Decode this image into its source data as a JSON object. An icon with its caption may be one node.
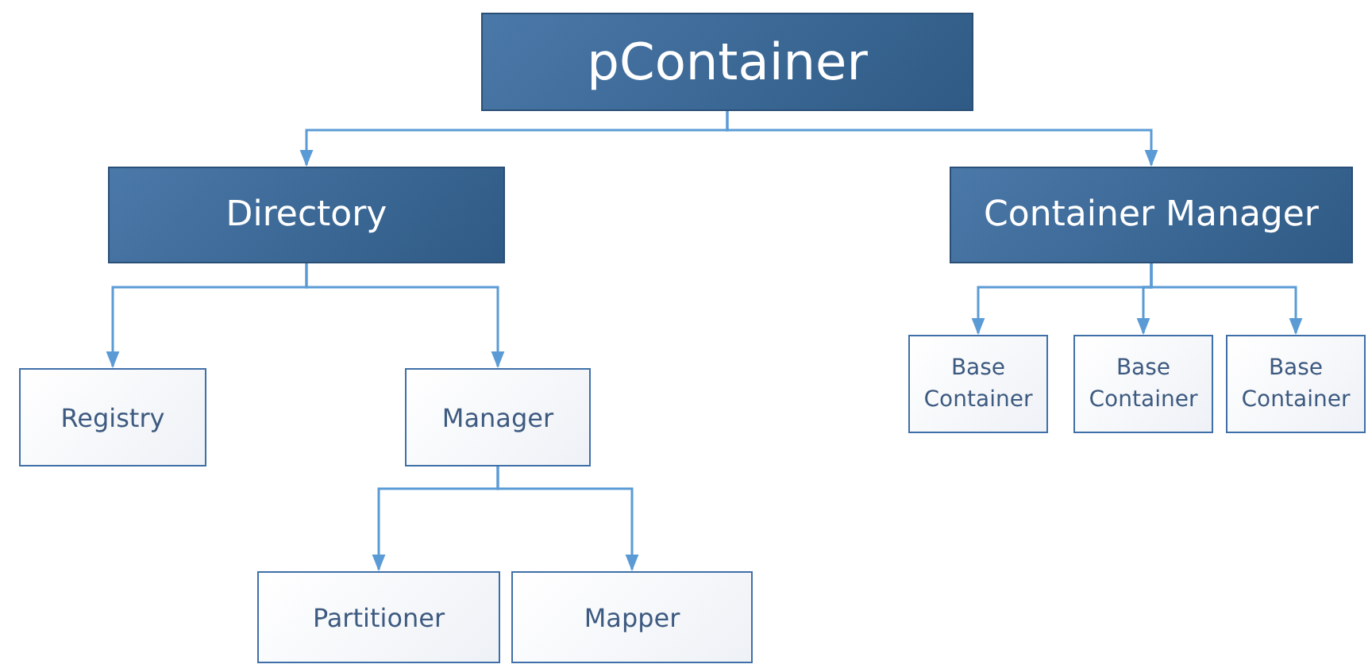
{
  "diagram": {
    "nodes": [
      {
        "text": [
          "pContainer"
        ]
      },
      {
        "text": [
          "Directory"
        ]
      },
      {
        "text": [
          "Container Manager"
        ]
      },
      {
        "text": [
          "Registry"
        ]
      },
      {
        "text": [
          "Manager"
        ]
      },
      {
        "text": [
          "Partitioner"
        ]
      },
      {
        "text": [
          "Mapper"
        ]
      },
      {
        "text": [
          "Base Container"
        ]
      },
      {
        "text": [
          "Base Container"
        ]
      },
      {
        "text": [
          "Base Container"
        ]
      }
    ],
    "edges": [
      {
        "from": 0,
        "to": 1,
        "arrow": "to"
      },
      {
        "from": 0,
        "to": 2,
        "arrow": "to"
      },
      {
        "from": 1,
        "to": 3,
        "arrow": "to"
      },
      {
        "from": 1,
        "to": 4,
        "arrow": "to"
      },
      {
        "from": 4,
        "to": 5,
        "arrow": "to"
      },
      {
        "from": 4,
        "to": 6,
        "arrow": "to"
      },
      {
        "from": 2,
        "to": 7,
        "arrow": "to"
      },
      {
        "from": 2,
        "to": 8,
        "arrow": "to"
      },
      {
        "from": 2,
        "to": 9,
        "arrow": "to"
      }
    ]
  }
}
